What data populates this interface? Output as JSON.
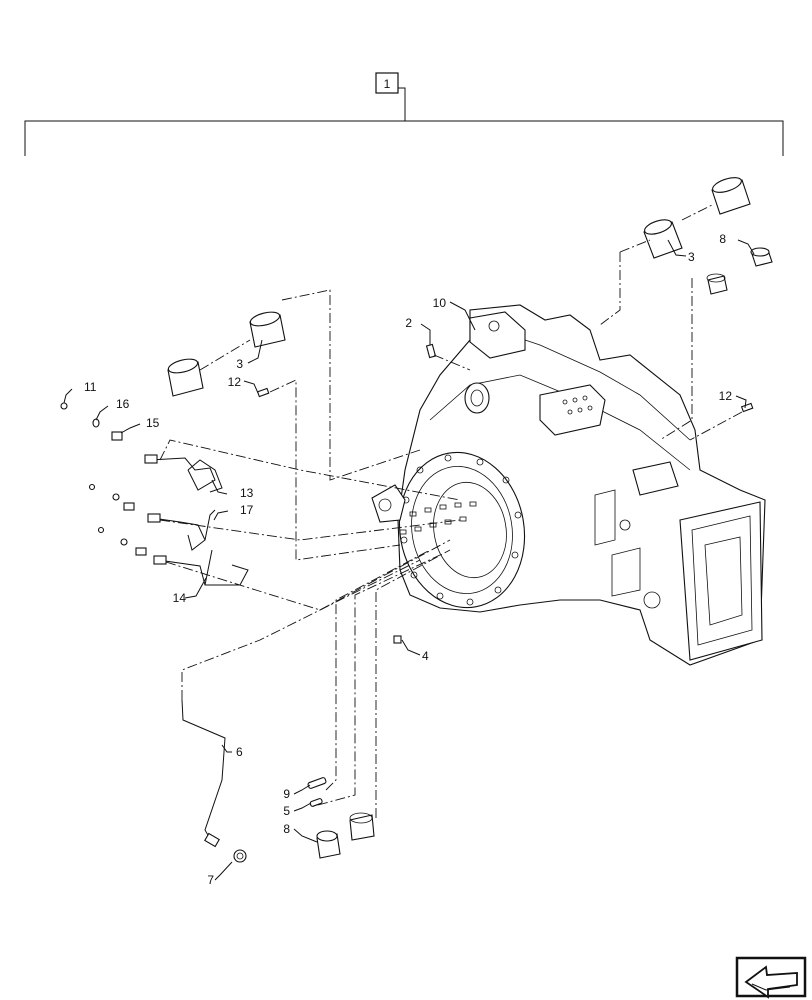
{
  "callouts": {
    "c1": "1",
    "c2": "2",
    "c3a": "3",
    "c3b": "3",
    "c4": "4",
    "c5": "5",
    "c6": "6",
    "c7": "7",
    "c8a": "8",
    "c8b": "8",
    "c9": "9",
    "c10": "10",
    "c11": "11",
    "c12a": "12",
    "c12b": "12",
    "c13": "13",
    "c14": "14",
    "c15": "15",
    "c16": "16",
    "c17": "17"
  },
  "icons": {
    "nav": "return-arrow-icon"
  }
}
